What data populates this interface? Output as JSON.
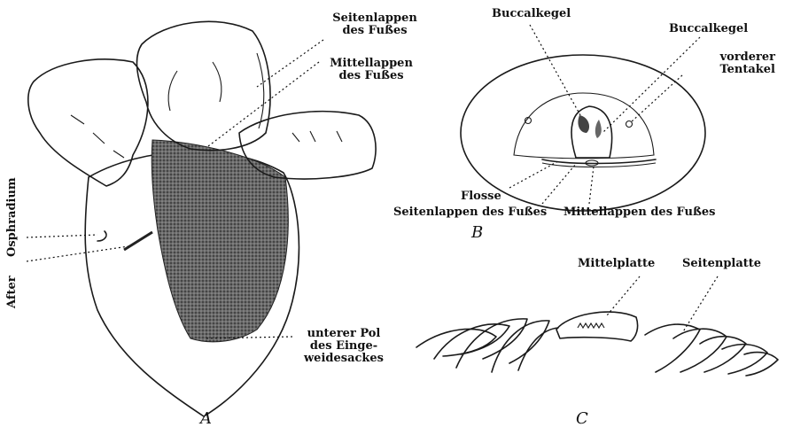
{
  "panels": {
    "a": {
      "letter": "A"
    },
    "b": {
      "letter": "B"
    },
    "c": {
      "letter": "C"
    }
  },
  "labels": {
    "seitenlappen_a": [
      "Seitenlappen",
      "des Fußes"
    ],
    "mittellappen_a": [
      "Mittellappen",
      "des Fußes"
    ],
    "osphradium": "Osphradium",
    "after": "After",
    "unterer_pol": [
      "unterer Pol",
      "des Einge-",
      "weidesackes"
    ],
    "buccalkegel_left": "Buccalkegel",
    "buccalkegel_right": "Buccalkegel",
    "vorderer_tentakel": [
      "vorderer",
      "Tentakel"
    ],
    "flosse": "Flosse",
    "seitenlappen_b": "Seitenlappen des Fußes",
    "mittellappen_b": "Mittellappen des Fußes",
    "mittelplatte": "Mittelplatte",
    "seitenplatte": "Seitenplatte"
  }
}
